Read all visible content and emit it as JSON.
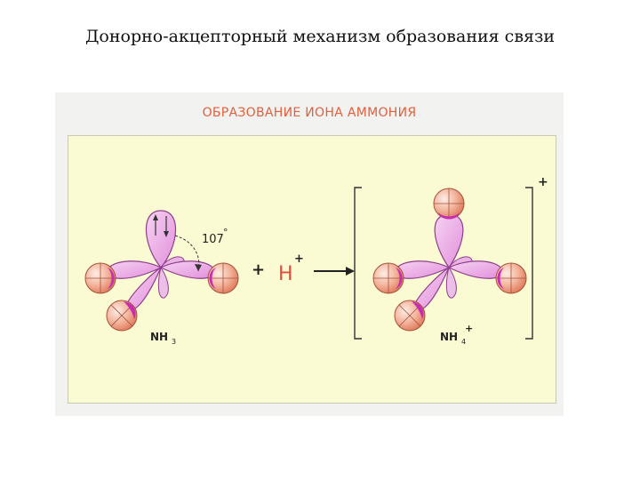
{
  "slide": {
    "title": "Донорно-акцепторный механизм образования связи"
  },
  "figure": {
    "caption": "ОБРАЗОВАНИЕ ИОНА АММОНИЯ",
    "angle_label": "107",
    "angle_unit": "°",
    "plus_sign": "+",
    "proton_symbol": "H",
    "proton_charge": "+",
    "reactant_label": "NH",
    "reactant_subscript": "3",
    "product_label": "NH",
    "product_subscript": "4",
    "product_superscript": "+",
    "ion_charge": "+"
  },
  "colors": {
    "panel": "#fbfbd3",
    "lobe": "#e8a6e2",
    "lobe_outline": "#8e3f8c",
    "sphere_dark": "#e07a5c",
    "sphere_light": "#fdeee6",
    "overlap": "#c92cb4",
    "proton": "#e54a3a",
    "caption": "#e2603e"
  }
}
